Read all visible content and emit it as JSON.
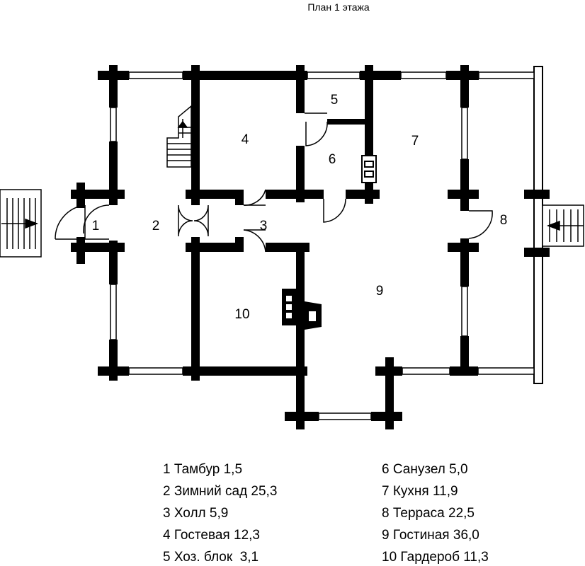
{
  "title": "План 1 этажа",
  "rooms": [
    {
      "num": "1",
      "name": "Тамбур",
      "area": "1,5"
    },
    {
      "num": "2",
      "name": "Зимний сад",
      "area": "25,3"
    },
    {
      "num": "3",
      "name": "Холл",
      "area": "5,9"
    },
    {
      "num": "4",
      "name": "Гостевая",
      "area": "12,3"
    },
    {
      "num": "5",
      "name": "Хоз. блок",
      "area": "3,1"
    },
    {
      "num": "6",
      "name": "Санузел",
      "area": "5,0"
    },
    {
      "num": "7",
      "name": "Кухня",
      "area": "11,9"
    },
    {
      "num": "8",
      "name": "Терраса",
      "area": "22,5"
    },
    {
      "num": "9",
      "name": "Гостиная",
      "area": "36,0"
    },
    {
      "num": "10",
      "name": "Гардероб",
      "area": "11,3"
    }
  ],
  "legend": [
    "1 Тамбур 1,5",
    "2 Зимний сад 25,3",
    "3 Холл 5,9",
    "4 Гостевая 12,3",
    "5 Хоз. блок  3,1",
    "6 Санузел 5,0",
    "7 Кухня 11,9",
    "8 Терраса 22,5",
    "9 Гостиная 36,0",
    "10 Гардероб 11,3"
  ],
  "colors": {
    "wall": "#000000",
    "background": "#ffffff"
  }
}
